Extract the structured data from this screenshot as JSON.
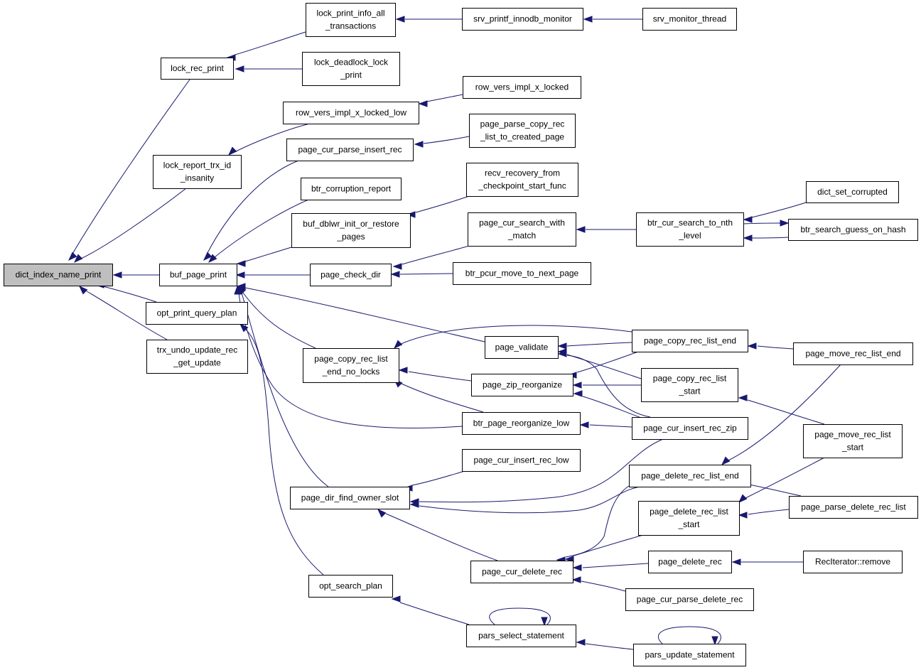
{
  "nodes": {
    "dict_index_name_print": [
      "dict_index_name_print"
    ],
    "lock_rec_print": [
      "lock_rec_print"
    ],
    "lock_report_trx_id_insanity": [
      "lock_report_trx_id",
      "_insanity"
    ],
    "buf_page_print": [
      "buf_page_print"
    ],
    "opt_print_query_plan": [
      "opt_print_query_plan"
    ],
    "trx_undo_update_rec_get_update": [
      "trx_undo_update_rec",
      "_get_update"
    ],
    "lock_print_info_all_transactions": [
      "lock_print_info_all",
      "_transactions"
    ],
    "lock_deadlock_lock_print": [
      "lock_deadlock_lock",
      "_print"
    ],
    "srv_printf_innodb_monitor": [
      "srv_printf_innodb_monitor"
    ],
    "srv_monitor_thread": [
      "srv_monitor_thread"
    ],
    "row_vers_impl_x_locked_low": [
      "row_vers_impl_x_locked_low"
    ],
    "row_vers_impl_x_locked": [
      "row_vers_impl_x_locked"
    ],
    "page_cur_parse_insert_rec": [
      "page_cur_parse_insert_rec"
    ],
    "page_parse_copy_rec_list_to_created_page": [
      "page_parse_copy_rec",
      "_list_to_created_page"
    ],
    "btr_corruption_report": [
      "btr_corruption_report"
    ],
    "recv_recovery_from_checkpoint_start_func": [
      "recv_recovery_from",
      "_checkpoint_start_func"
    ],
    "buf_dblwr_init_or_restore_pages": [
      "buf_dblwr_init_or_restore",
      "_pages"
    ],
    "page_cur_search_with_match": [
      "page_cur_search_with",
      "_match"
    ],
    "btr_cur_search_to_nth_level": [
      "btr_cur_search_to_nth",
      "_level"
    ],
    "dict_set_corrupted": [
      "dict_set_corrupted"
    ],
    "btr_search_guess_on_hash": [
      "btr_search_guess_on_hash"
    ],
    "page_check_dir": [
      "page_check_dir"
    ],
    "btr_pcur_move_to_next_page": [
      "btr_pcur_move_to_next_page"
    ],
    "page_validate": [
      "page_validate"
    ],
    "page_copy_rec_list_end": [
      "page_copy_rec_list_end"
    ],
    "page_move_rec_list_end": [
      "page_move_rec_list_end"
    ],
    "page_copy_rec_list_end_no_locks": [
      "page_copy_rec_list",
      "_end_no_locks"
    ],
    "page_zip_reorganize": [
      "page_zip_reorganize"
    ],
    "page_copy_rec_list_start": [
      "page_copy_rec_list",
      "_start"
    ],
    "btr_page_reorganize_low": [
      "btr_page_reorganize_low"
    ],
    "page_cur_insert_rec_zip": [
      "page_cur_insert_rec_zip"
    ],
    "page_move_rec_list_start": [
      "page_move_rec_list",
      "_start"
    ],
    "page_cur_insert_rec_low": [
      "page_cur_insert_rec_low"
    ],
    "page_delete_rec_list_end": [
      "page_delete_rec_list_end"
    ],
    "page_dir_find_owner_slot": [
      "page_dir_find_owner_slot"
    ],
    "page_delete_rec_list_start": [
      "page_delete_rec_list",
      "_start"
    ],
    "page_parse_delete_rec_list": [
      "page_parse_delete_rec_list"
    ],
    "page_cur_delete_rec": [
      "page_cur_delete_rec"
    ],
    "page_delete_rec": [
      "page_delete_rec"
    ],
    "RecIterator_remove": [
      "RecIterator::remove"
    ],
    "page_cur_parse_delete_rec": [
      "page_cur_parse_delete_rec"
    ],
    "opt_search_plan": [
      "opt_search_plan"
    ],
    "pars_select_statement": [
      "pars_select_statement"
    ],
    "pars_update_statement": [
      "pars_update_statement"
    ]
  },
  "edges": [
    [
      "dict_index_name_print",
      "lock_rec_print"
    ],
    [
      "dict_index_name_print",
      "lock_report_trx_id_insanity"
    ],
    [
      "dict_index_name_print",
      "buf_page_print"
    ],
    [
      "dict_index_name_print",
      "opt_print_query_plan"
    ],
    [
      "dict_index_name_print",
      "trx_undo_update_rec_get_update"
    ],
    [
      "lock_rec_print",
      "lock_print_info_all_transactions"
    ],
    [
      "lock_rec_print",
      "lock_deadlock_lock_print"
    ],
    [
      "lock_print_info_all_transactions",
      "srv_printf_innodb_monitor"
    ],
    [
      "srv_printf_innodb_monitor",
      "srv_monitor_thread"
    ],
    [
      "lock_report_trx_id_insanity",
      "row_vers_impl_x_locked_low"
    ],
    [
      "row_vers_impl_x_locked_low",
      "row_vers_impl_x_locked"
    ],
    [
      "buf_page_print",
      "page_cur_parse_insert_rec"
    ],
    [
      "buf_page_print",
      "btr_corruption_report"
    ],
    [
      "buf_page_print",
      "buf_dblwr_init_or_restore_pages"
    ],
    [
      "buf_page_print",
      "page_check_dir"
    ],
    [
      "buf_page_print",
      "page_validate"
    ],
    [
      "buf_page_print",
      "page_copy_rec_list_end_no_locks"
    ],
    [
      "buf_page_print",
      "btr_page_reorganize_low"
    ],
    [
      "buf_page_print",
      "page_dir_find_owner_slot"
    ],
    [
      "page_cur_parse_insert_rec",
      "page_parse_copy_rec_list_to_created_page"
    ],
    [
      "buf_dblwr_init_or_restore_pages",
      "recv_recovery_from_checkpoint_start_func"
    ],
    [
      "page_check_dir",
      "page_cur_search_with_match"
    ],
    [
      "page_check_dir",
      "btr_pcur_move_to_next_page"
    ],
    [
      "page_cur_search_with_match",
      "btr_cur_search_to_nth_level"
    ],
    [
      "btr_cur_search_to_nth_level",
      "dict_set_corrupted"
    ],
    [
      "btr_cur_search_to_nth_level",
      "btr_search_guess_on_hash"
    ],
    [
      "btr_search_guess_on_hash",
      "btr_cur_search_to_nth_level"
    ],
    [
      "page_validate",
      "page_copy_rec_list_end"
    ],
    [
      "page_validate",
      "page_copy_rec_list_start"
    ],
    [
      "page_validate",
      "page_cur_insert_rec_zip"
    ],
    [
      "page_copy_rec_list_end",
      "page_move_rec_list_end"
    ],
    [
      "page_copy_rec_list_end_no_locks",
      "page_copy_rec_list_end"
    ],
    [
      "page_copy_rec_list_end_no_locks",
      "page_zip_reorganize"
    ],
    [
      "page_copy_rec_list_end_no_locks",
      "btr_page_reorganize_low"
    ],
    [
      "page_zip_reorganize",
      "page_copy_rec_list_end"
    ],
    [
      "page_zip_reorganize",
      "page_copy_rec_list_start"
    ],
    [
      "page_zip_reorganize",
      "page_cur_insert_rec_zip"
    ],
    [
      "page_copy_rec_list_start",
      "page_move_rec_list_start"
    ],
    [
      "btr_page_reorganize_low",
      "page_cur_insert_rec_zip"
    ],
    [
      "page_dir_find_owner_slot",
      "page_cur_insert_rec_low"
    ],
    [
      "page_dir_find_owner_slot",
      "page_cur_insert_rec_zip"
    ],
    [
      "page_dir_find_owner_slot",
      "page_delete_rec_list_end"
    ],
    [
      "page_dir_find_owner_slot",
      "page_cur_delete_rec"
    ],
    [
      "page_delete_rec_list_end",
      "page_move_rec_list_end"
    ],
    [
      "page_delete_rec_list_end",
      "page_parse_delete_rec_list"
    ],
    [
      "page_delete_rec_list_start",
      "page_move_rec_list_start"
    ],
    [
      "page_delete_rec_list_start",
      "page_parse_delete_rec_list"
    ],
    [
      "page_cur_delete_rec",
      "page_delete_rec_list_end"
    ],
    [
      "page_cur_delete_rec",
      "page_delete_rec_list_start"
    ],
    [
      "page_cur_delete_rec",
      "page_delete_rec"
    ],
    [
      "page_cur_delete_rec",
      "page_cur_parse_delete_rec"
    ],
    [
      "page_delete_rec",
      "RecIterator_remove"
    ],
    [
      "opt_print_query_plan",
      "opt_search_plan"
    ],
    [
      "opt_search_plan",
      "pars_select_statement"
    ],
    [
      "pars_select_statement",
      "pars_select_statement"
    ],
    [
      "pars_select_statement",
      "pars_update_statement"
    ],
    [
      "pars_update_statement",
      "pars_update_statement"
    ]
  ],
  "colors": {
    "edge": "#191970",
    "root_fill": "#bfbfbf",
    "node_fill": "#ffffff",
    "node_stroke": "#000000"
  }
}
